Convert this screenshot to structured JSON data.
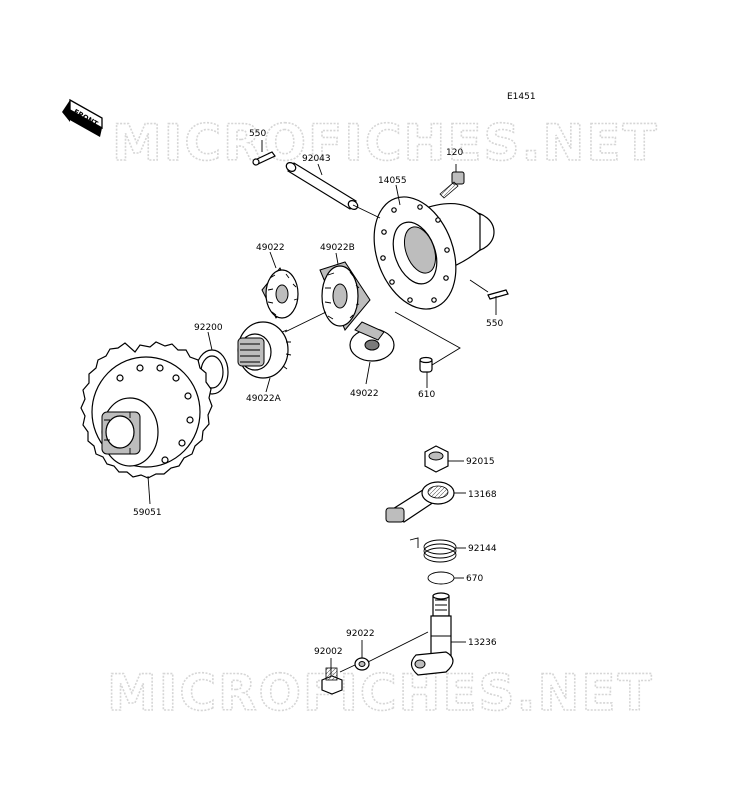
{
  "diagram_code": "E1451",
  "front_badge": "FRONT",
  "watermark": "MICROFICHES.NET",
  "parts": {
    "p550_top": "550",
    "p92043": "92043",
    "p120": "120",
    "p14055": "14055",
    "p49022_a": "49022",
    "p49022b": "49022B",
    "p550_right": "550",
    "p92200": "92200",
    "p49022a": "49022A",
    "p49022_b": "49022",
    "p610": "610",
    "p59051": "59051",
    "p92015": "92015",
    "p13168": "13168",
    "p92144": "92144",
    "p670": "670",
    "p92022": "92022",
    "p13236": "13236",
    "p92002": "92002"
  }
}
